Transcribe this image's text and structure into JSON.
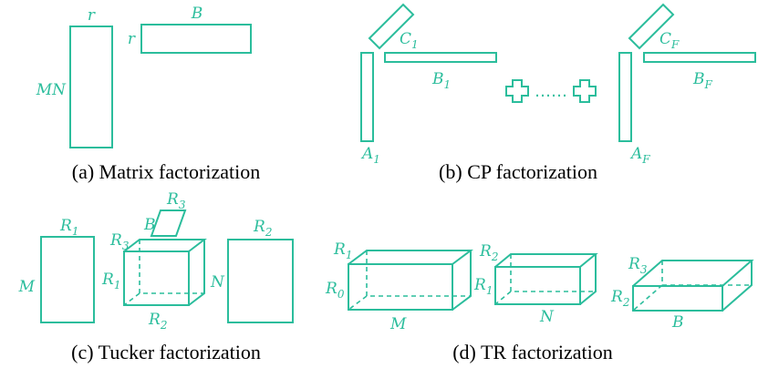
{
  "colors": {
    "accent": "#2bbd9c",
    "caption": "#000000",
    "background": "#ffffff"
  },
  "captions": {
    "a": "(a) Matrix factorization",
    "b": "(b) CP factorization",
    "c": "(c) Tucker factorization",
    "d": "(d) TR factorization"
  },
  "matrix": {
    "left_width_label": "r",
    "left_height_label": "MN",
    "right_width_label": "B",
    "right_height_label": "r"
  },
  "cp": {
    "first": {
      "c": "C",
      "c_sub": "1",
      "b": "B",
      "b_sub": "1",
      "a": "A",
      "a_sub": "1"
    },
    "last": {
      "c": "C",
      "c_sub": "F",
      "b": "B",
      "b_sub": "F",
      "a": "A",
      "a_sub": "F"
    },
    "ellipsis": "……"
  },
  "tucker": {
    "left_top": "R",
    "left_top_sub": "1",
    "left_side": "M",
    "core_b": "B",
    "core_r3_top": "R",
    "core_r3_top_sub": "3",
    "core_r3_left": "R",
    "core_r3_left_sub": "3",
    "core_r1": "R",
    "core_r1_sub": "1",
    "core_r2": "R",
    "core_r2_sub": "2",
    "core_n": "N",
    "right_top": "R",
    "right_top_sub": "2"
  },
  "tr": {
    "box1": {
      "top": "R",
      "top_sub": "1",
      "left": "R",
      "left_sub": "0",
      "bottom": "M"
    },
    "box2": {
      "top": "R",
      "top_sub": "2",
      "left": "R",
      "left_sub": "1",
      "bottom": "N"
    },
    "box3": {
      "top": "R",
      "top_sub": "3",
      "left": "R",
      "left_sub": "2",
      "bottom": "B"
    }
  }
}
